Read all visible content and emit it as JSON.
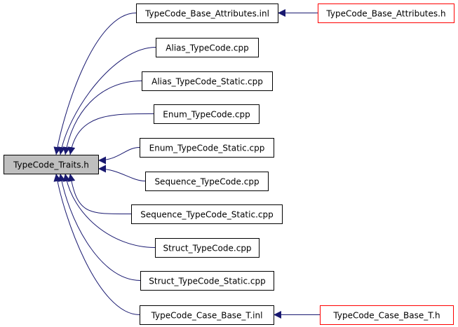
{
  "colors": {
    "edge": "#191970",
    "node_border": "#000000",
    "truncated_border": "#ff0000",
    "focus_fill": "#bfbfbf",
    "fill": "#ffffff"
  },
  "nodes": {
    "traits_h": {
      "label": "TypeCode_Traits.h",
      "kind": "focus"
    },
    "base_attr_inl": {
      "label": "TypeCode_Base_Attributes.inl",
      "kind": "normal"
    },
    "base_attr_h": {
      "label": "TypeCode_Base_Attributes.h",
      "kind": "truncated"
    },
    "alias_cpp": {
      "label": "Alias_TypeCode.cpp",
      "kind": "normal"
    },
    "alias_static_cpp": {
      "label": "Alias_TypeCode_Static.cpp",
      "kind": "normal"
    },
    "enum_cpp": {
      "label": "Enum_TypeCode.cpp",
      "kind": "normal"
    },
    "enum_static_cpp": {
      "label": "Enum_TypeCode_Static.cpp",
      "kind": "normal"
    },
    "sequence_cpp": {
      "label": "Sequence_TypeCode.cpp",
      "kind": "normal"
    },
    "sequence_static_cpp": {
      "label": "Sequence_TypeCode_Static.cpp",
      "kind": "normal"
    },
    "struct_cpp": {
      "label": "Struct_TypeCode.cpp",
      "kind": "normal"
    },
    "struct_static_cpp": {
      "label": "Struct_TypeCode_Static.cpp",
      "kind": "normal"
    },
    "case_base_inl": {
      "label": "TypeCode_Case_Base_T.inl",
      "kind": "normal"
    },
    "case_base_h": {
      "label": "TypeCode_Case_Base_T.h",
      "kind": "truncated"
    }
  },
  "edges": [
    {
      "from": "base_attr_inl",
      "to": "traits_h"
    },
    {
      "from": "alias_cpp",
      "to": "traits_h"
    },
    {
      "from": "alias_static_cpp",
      "to": "traits_h"
    },
    {
      "from": "enum_cpp",
      "to": "traits_h"
    },
    {
      "from": "enum_static_cpp",
      "to": "traits_h"
    },
    {
      "from": "sequence_cpp",
      "to": "traits_h"
    },
    {
      "from": "sequence_static_cpp",
      "to": "traits_h"
    },
    {
      "from": "struct_cpp",
      "to": "traits_h"
    },
    {
      "from": "struct_static_cpp",
      "to": "traits_h"
    },
    {
      "from": "case_base_inl",
      "to": "traits_h"
    },
    {
      "from": "base_attr_h",
      "to": "base_attr_inl"
    },
    {
      "from": "case_base_h",
      "to": "case_base_inl"
    }
  ]
}
